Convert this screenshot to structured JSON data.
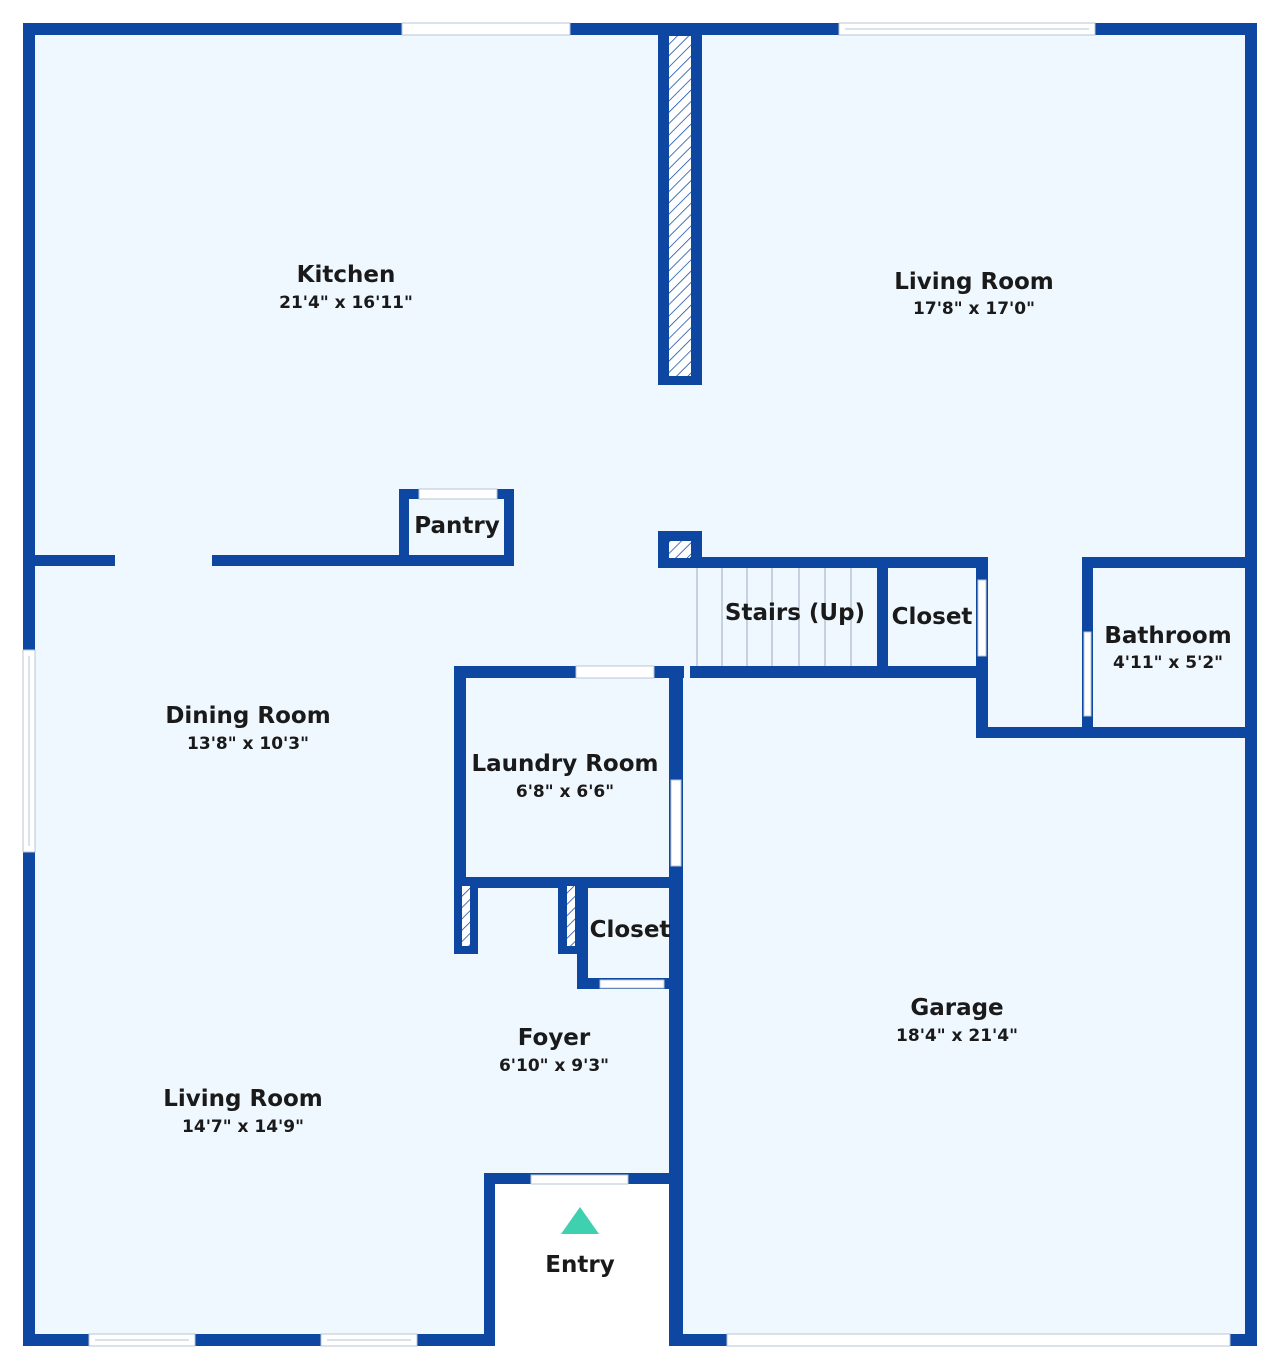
{
  "colors": {
    "wall": "#0d47a1",
    "floor": "#eff7ff",
    "entry_marker": "#3fd0b0"
  },
  "rooms": {
    "kitchen": {
      "name": "Kitchen",
      "dims": "21'4\" x 16'11\""
    },
    "living_room_upper": {
      "name": "Living Room",
      "dims": "17'8\" x 17'0\""
    },
    "pantry": {
      "name": "Pantry"
    },
    "stairs": {
      "name": "Stairs (Up)"
    },
    "closet_upper": {
      "name": "Closet"
    },
    "bathroom": {
      "name": "Bathroom",
      "dims": "4'11\" x 5'2\""
    },
    "dining_room": {
      "name": "Dining Room",
      "dims": "13'8\" x 10'3\""
    },
    "laundry_room": {
      "name": "Laundry Room",
      "dims": "6'8\" x 6'6\""
    },
    "closet_lower": {
      "name": "Closet"
    },
    "garage": {
      "name": "Garage",
      "dims": "18'4\" x 21'4\""
    },
    "foyer": {
      "name": "Foyer",
      "dims": "6'10\" x 9'3\""
    },
    "living_room_lower": {
      "name": "Living Room",
      "dims": "14'7\" x 14'9\""
    },
    "entry": {
      "name": "Entry"
    }
  }
}
